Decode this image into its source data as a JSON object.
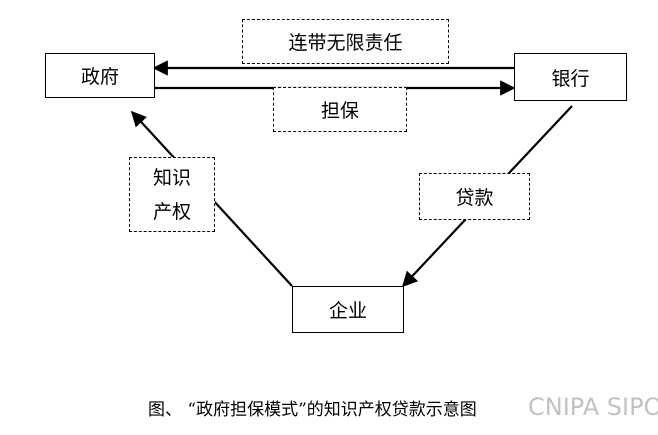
{
  "nodes": {
    "government": "政府",
    "bank": "银行",
    "enterprise": "企业"
  },
  "edge_labels": {
    "joint_liability": "连带无限责任",
    "guarantee": "担保",
    "ip_line1": "知识",
    "ip_line2": "产权",
    "loan": "贷款"
  },
  "caption": "图、 “政府担保模式”的知识产权贷款示意图",
  "watermark": "CNIPA SIPO"
}
